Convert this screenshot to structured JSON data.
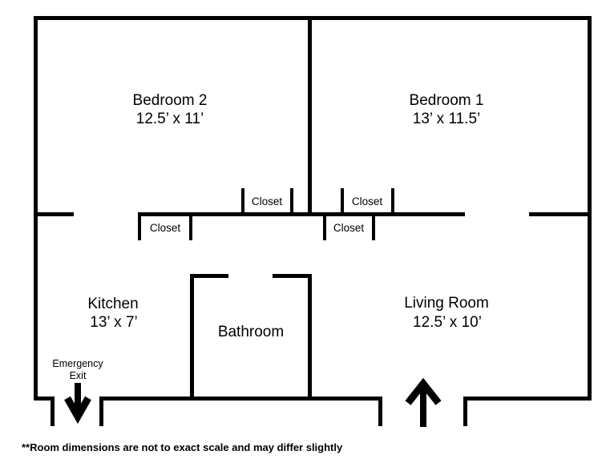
{
  "colors": {
    "line": "#000000",
    "background": "#ffffff"
  },
  "rooms": {
    "bedroom2": {
      "name": "Bedroom 2",
      "dimensions": "12.5’ x 11’"
    },
    "bedroom1": {
      "name": "Bedroom 1",
      "dimensions": "13’ x 11.5’"
    },
    "kitchen": {
      "name": "Kitchen",
      "dimensions": "13’ x 7’"
    },
    "bathroom": {
      "name": "Bathroom"
    },
    "living_room": {
      "name": "Living Room",
      "dimensions": "12.5’ x 10’"
    }
  },
  "closets": {
    "label": "Closet"
  },
  "emergency_exit": {
    "line1": "Emergency",
    "line2": "Exit"
  },
  "icons": {
    "emergency_exit": "down-arrow",
    "entrance": "up-arrow"
  },
  "footnote": "**Room dimensions are not to exact scale and may differ slightly"
}
